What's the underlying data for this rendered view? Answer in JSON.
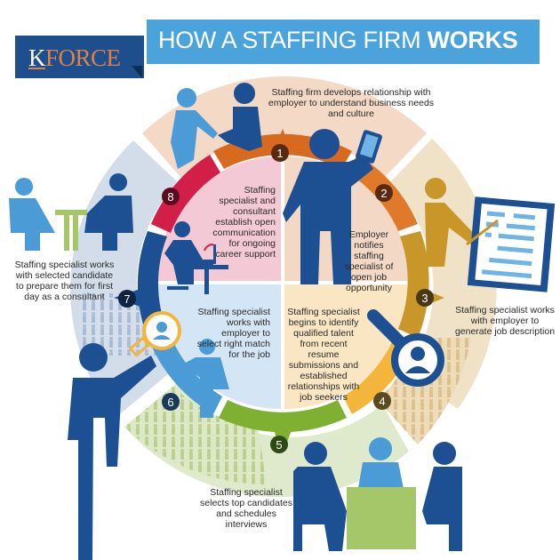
{
  "header": {
    "logo": {
      "initial": "K",
      "rest": "FORCE"
    },
    "title_regular": "HOW A STAFFING FIRM ",
    "title_bold": "WORKS"
  },
  "colors": {
    "logo_bg": "#1f4e8c",
    "title_bg": "#4ba3dc",
    "step1": "#d86a1f",
    "step2": "#e07a2a",
    "step3": "#c9962a",
    "step4": "#f4b53b",
    "step5": "#7fb032",
    "step6": "#4a9bd6",
    "step7": "#1d4f93",
    "step8": "#d21f4a",
    "figure_dark": "#1d4f93",
    "figure_light": "#4a9bd6"
  },
  "steps": [
    {
      "number": "1",
      "text": "Staffing firm develops relationship with employer to understand business needs and culture"
    },
    {
      "number": "2",
      "text": "Employer notifies staffing specialist of open job opportunity"
    },
    {
      "number": "3",
      "text": "Staffing specialist works with employer to generate job description"
    },
    {
      "number": "4",
      "text": "Staffing specialist begins to identify qualified talent from recent resume submissions and established relationships with job seekers"
    },
    {
      "number": "5",
      "text": "Staffing specialist selects top candidates and schedules interviews"
    },
    {
      "number": "6",
      "text": "Staffing specialist works with employer to select right match for the job"
    },
    {
      "number": "7",
      "text": "Staffing specialist works with selected candidate to prepare them for first day as a consultant"
    },
    {
      "number": "8",
      "text": "Staffing specialist and consultant establish open communication for ongoing career support"
    }
  ]
}
